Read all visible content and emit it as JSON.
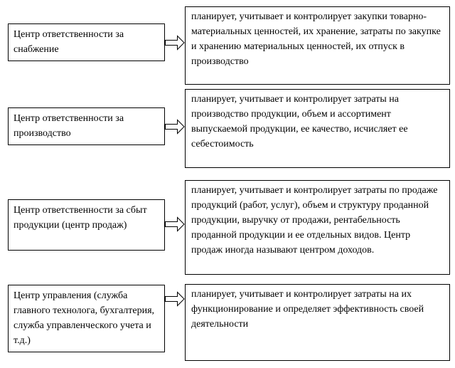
{
  "rows": [
    {
      "center": "Центр ответственности за снабжение",
      "description": "планирует, учитывает и контролирует закупки товарно-материальных ценностей, их хранение, затраты по закупке и хранению материальных ценностей, их отпуск в производство"
    },
    {
      "center": "Центр ответственности за производство",
      "description": "планирует, учитывает и контролирует затраты на производство продукции, объем и ассортимент выпускаемой продукции, ее качество, исчисляет ее себестоимость"
    },
    {
      "center": "Центр ответственности за сбыт продукции (центр продаж)",
      "description": "планирует, учитывает и контролирует затраты по продаже продукций (работ, услуг), объем и структуру проданной продукции, выручку от продажи, рентабельность проданной продукции и ее отдельных видов. Центр продаж иногда называют центром доходов."
    },
    {
      "center": "Центр управления (служба главного технолога, бухгалтерия, служба управленческого учета и т.д.)",
      "description": "планирует, учитывает и контролирует затраты на их функционирование и определяет эффективность своей деятельности"
    }
  ]
}
